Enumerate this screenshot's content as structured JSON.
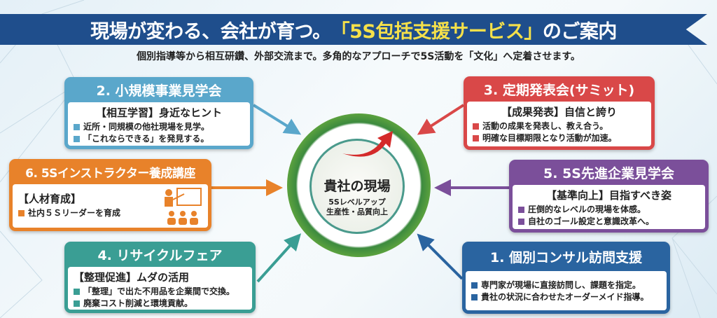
{
  "title": {
    "pre": "現場が変わる、会社が育つ。",
    "highlight": "「5S包括支援サービス」",
    "post": "のご案内"
  },
  "subtitle": "個別指導等から相互研鑽、外部交流まで。多角的なアプローチで5S活動を「文化」へ定着させます。",
  "center": {
    "title": "貴社の現場",
    "line1": "5Sレベルアップ",
    "line2": "生産性・品質向上"
  },
  "boxes": {
    "b2": {
      "header": "2. 小規模事業見学会",
      "title": "【相互学習】身近なヒント",
      "items": [
        "近所・同規模の他社現場を見学。",
        "「これならできる」を発見する。"
      ],
      "color": "#5aa7cb"
    },
    "b6": {
      "header": "6. 5Sインストラクター養成講座",
      "title": "【人材育成】",
      "items": [
        "社内５Ｓリーダーを育成"
      ],
      "color": "#e8822a"
    },
    "b4": {
      "header": "4. リサイクルフェア",
      "title": "【整理促進】ムダの活用",
      "items": [
        "「整理」で出た不用品を企業間で交換。",
        "廃棄コスト削減と環境貢献。"
      ],
      "color": "#3a9e94"
    },
    "b3": {
      "header": "3. 定期発表会(サミット)",
      "title": "【成果発表】自信と誇り",
      "items": [
        "活動の成果を発表し、教え合う。",
        "明確な目標期限となり活動が加速。"
      ],
      "color": "#d94848"
    },
    "b5": {
      "header": "5. 5S先進企業見学会",
      "title": "【基準向上】目指すべき姿",
      "items": [
        "圧倒的なレベルの現場を体感。",
        "自社のゴール設定と意識改革へ。"
      ],
      "color": "#7b4f9a"
    },
    "b1": {
      "header": "1. 個別コンサル訪問支援",
      "items": [
        "専門家が現場に直接訪問し、課題を指定。",
        "貴社の状況に合わせたオーダーメイド指導。"
      ],
      "color": "#2a64a0"
    }
  }
}
